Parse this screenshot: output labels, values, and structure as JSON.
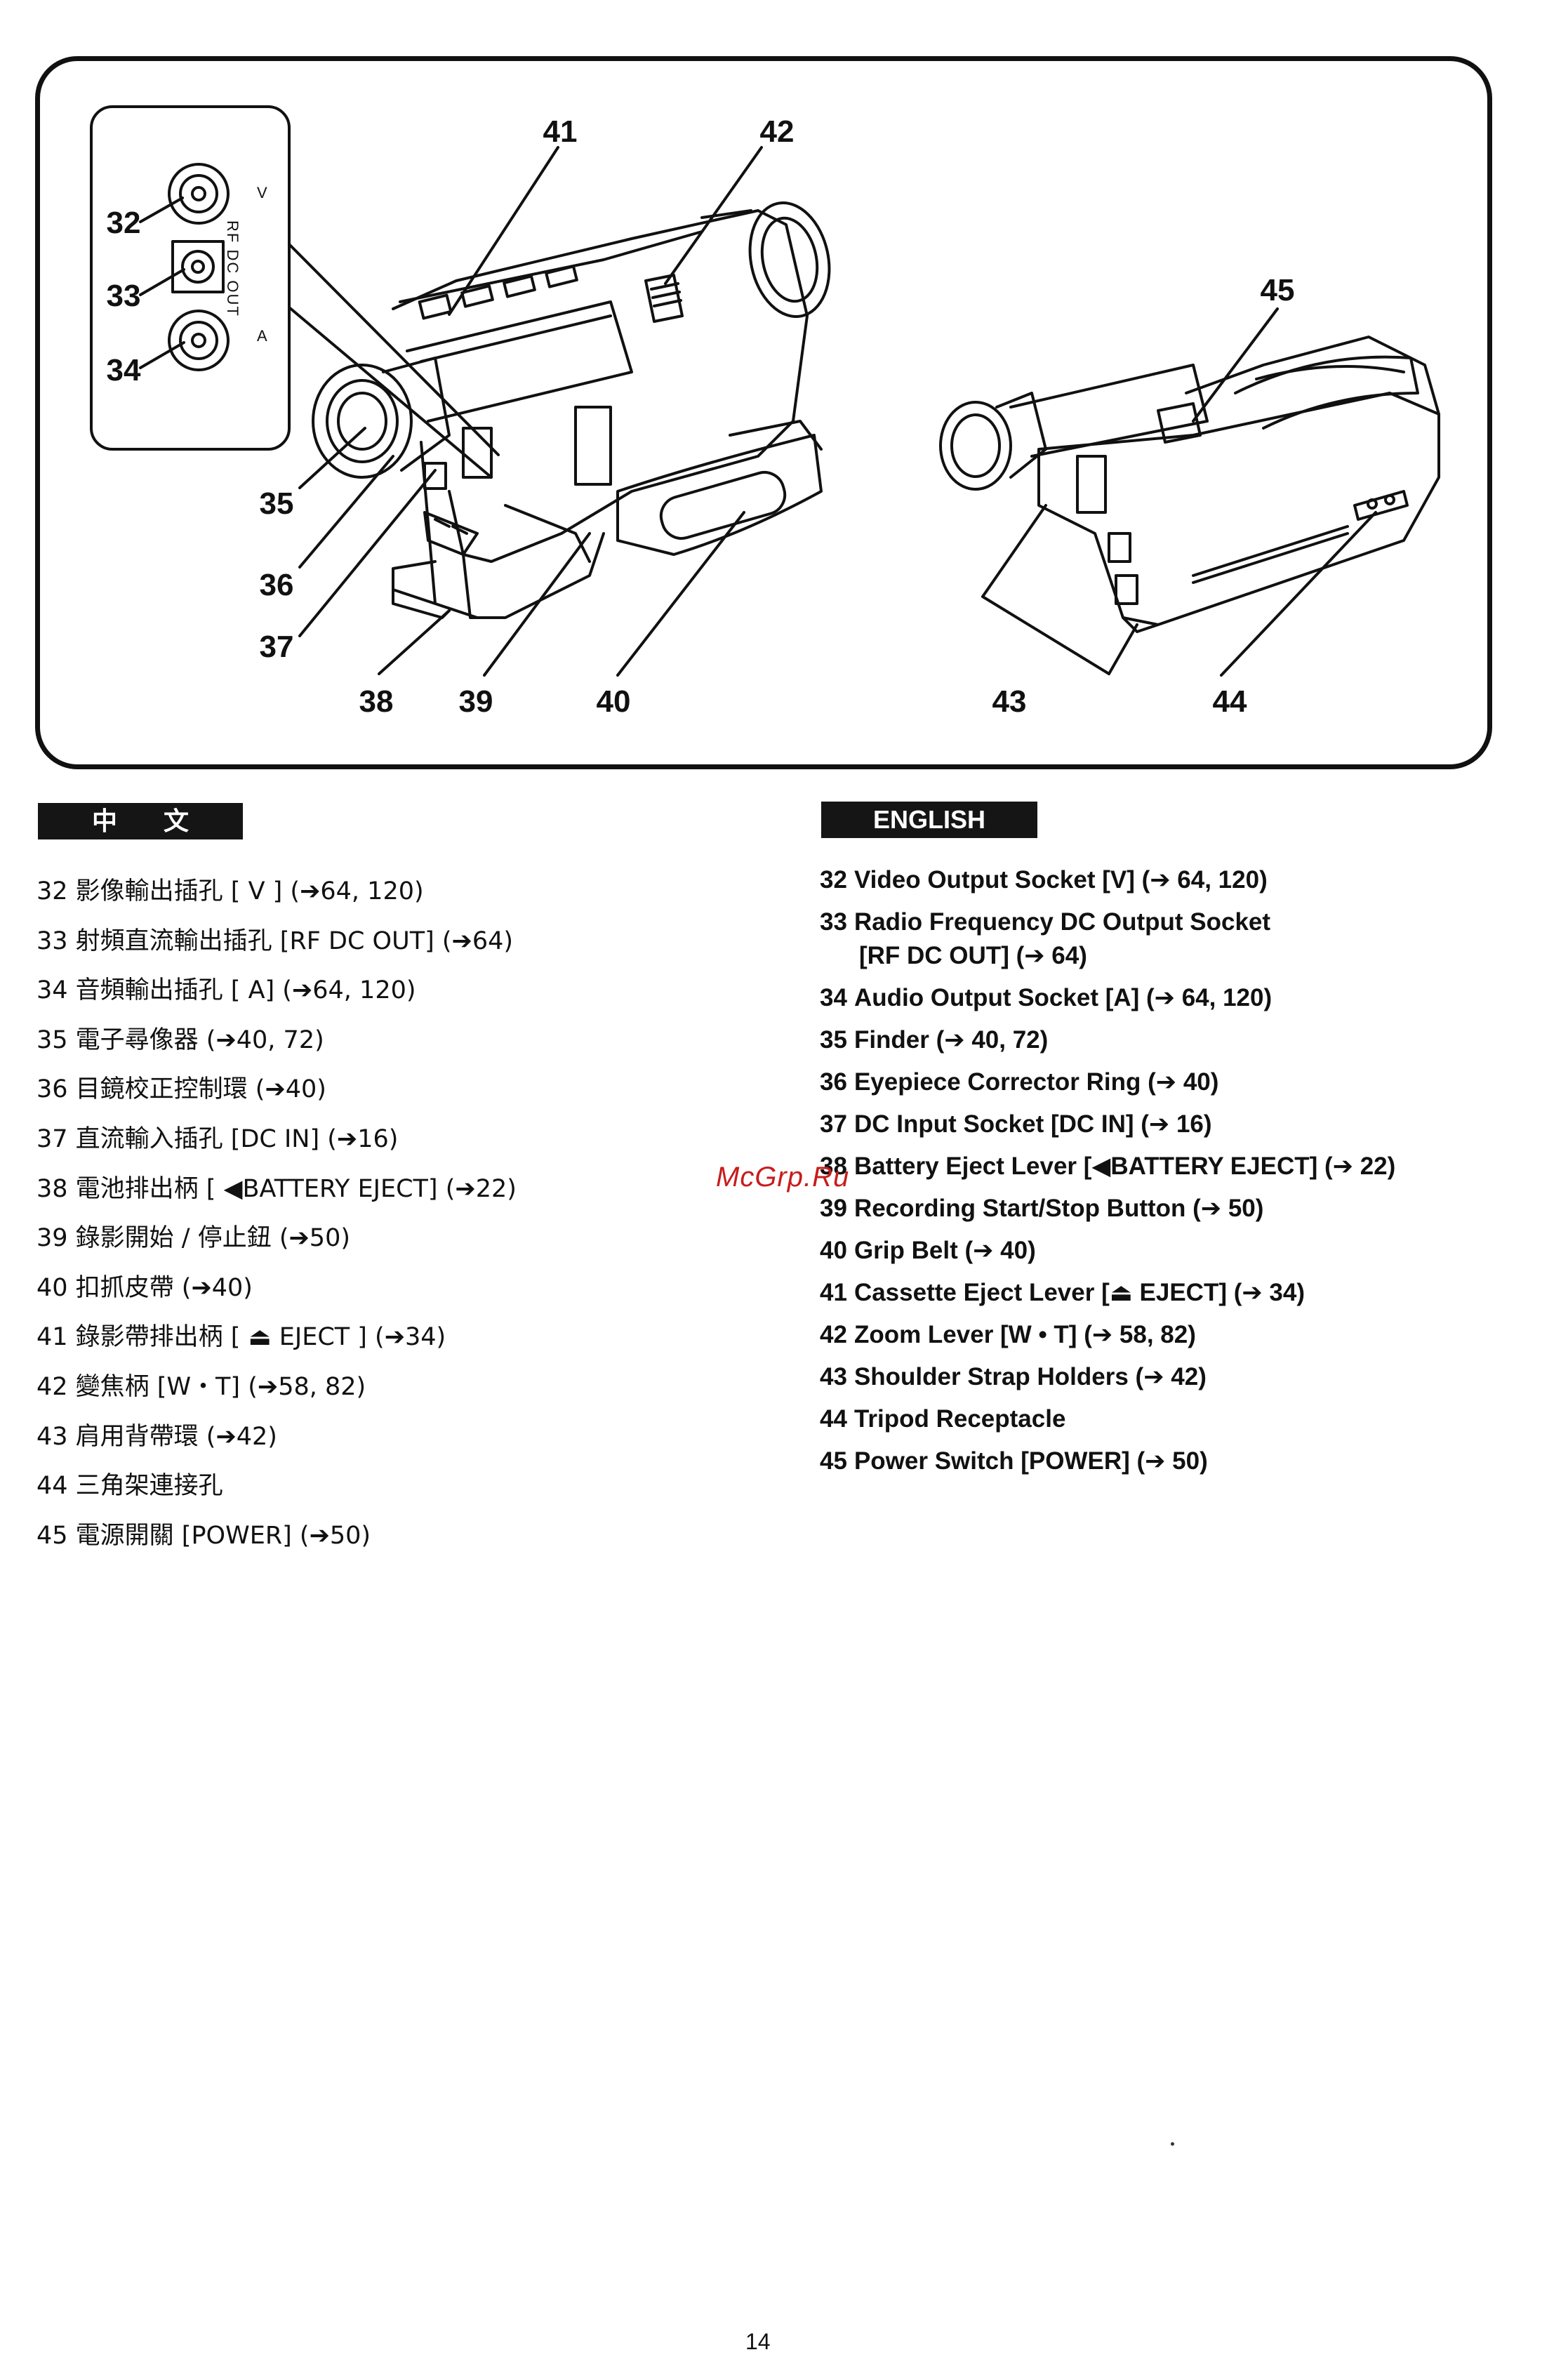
{
  "diagram": {
    "callouts": [
      "41",
      "42",
      "45",
      "32",
      "33",
      "34",
      "35",
      "36",
      "37",
      "38",
      "39",
      "40",
      "43",
      "44"
    ],
    "jack_labels": {
      "v": "V",
      "rf": "RF DC OUT",
      "a": "A"
    }
  },
  "sections": {
    "zh": {
      "heading": "中 文",
      "items": [
        "32 影像輸出插孔 [ V ] (➔64, 120)",
        "33 射頻直流輸出插孔 [RF DC OUT] (➔64)",
        "34 音頻輸出插孔 [ A] (➔64, 120)",
        "35 電子尋像器 (➔40, 72)",
        "36 目鏡校正控制環 (➔40)",
        "37 直流輸入插孔 [DC IN] (➔16)",
        "38 電池排出柄 [ ◀BATTERY EJECT] (➔22)",
        "39 錄影開始 / 停止鈕 (➔50)",
        "40 扣抓皮帶 (➔40)",
        "41 錄影帶排出柄 [ ⏏ EJECT ] (➔34)",
        "42 變焦柄 [W・T] (➔58, 82)",
        "43 肩用背帶環 (➔42)",
        "44 三角架連接孔",
        "45 電源開關 [POWER] (➔50)"
      ]
    },
    "en": {
      "heading": "ENGLISH",
      "items": [
        {
          "num": "32",
          "text": "Video Output Socket [V] (➔ 64, 120)"
        },
        {
          "num": "33",
          "text": "Radio Frequency DC Output Socket",
          "cont": "[RF DC OUT] (➔ 64)"
        },
        {
          "num": "34",
          "text": "Audio Output Socket [A] (➔ 64, 120)"
        },
        {
          "num": "35",
          "text": "Finder (➔ 40, 72)"
        },
        {
          "num": "36",
          "text": "Eyepiece Corrector Ring (➔ 40)"
        },
        {
          "num": "37",
          "text": "DC Input Socket [DC IN] (➔ 16)"
        },
        {
          "num": "38",
          "text": "Battery Eject Lever [◀BATTERY EJECT] (➔ 22)"
        },
        {
          "num": "39",
          "text": "Recording Start/Stop Button (➔ 50)"
        },
        {
          "num": "40",
          "text": "Grip Belt (➔ 40)"
        },
        {
          "num": "41",
          "text": "Cassette Eject Lever [⏏ EJECT] (➔ 34)"
        },
        {
          "num": "42",
          "text": "Zoom Lever [W • T] (➔ 58, 82)"
        },
        {
          "num": "43",
          "text": "Shoulder Strap Holders (➔ 42)"
        },
        {
          "num": "44",
          "text": "Tripod Receptacle"
        },
        {
          "num": "45",
          "text": "Power Switch [POWER] (➔ 50)"
        }
      ]
    }
  },
  "watermark": "McGrp.Ru",
  "page_number": "14"
}
